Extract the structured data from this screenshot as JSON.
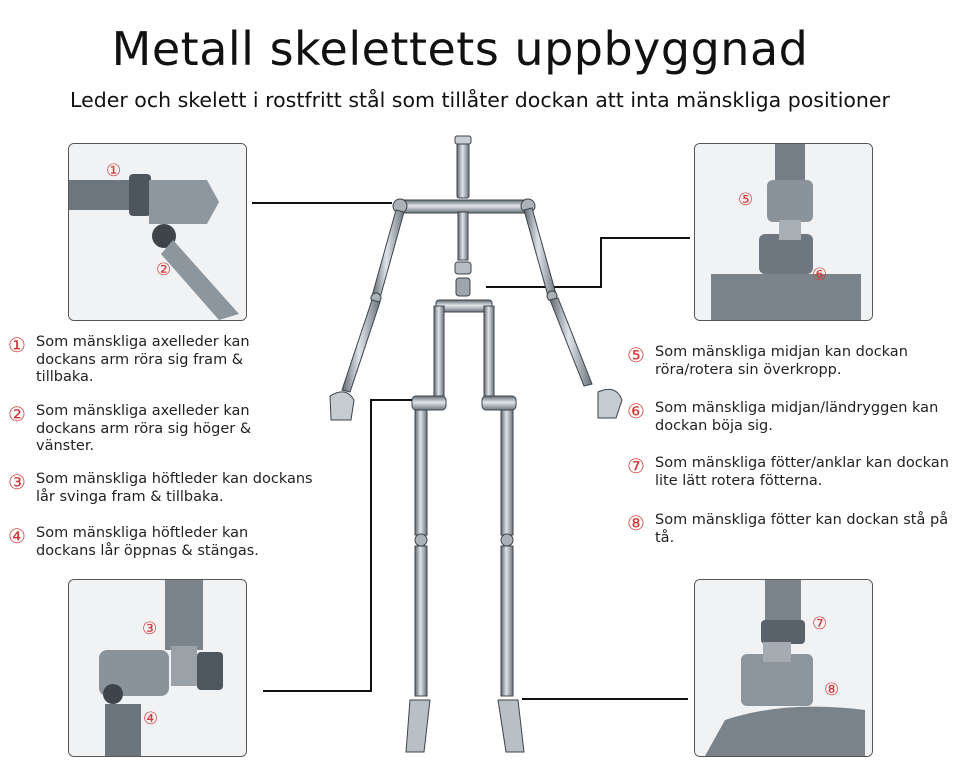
{
  "title": "Metall skelettets uppbyggnad",
  "subtitle": "Leder och skelett i rostfritt stål som tillåter dockan att inta mänskliga positioner",
  "accent_color": "#d23a3a",
  "notes": [
    {
      "num": "①",
      "text": "Som mänskliga axelleder kan dockans arm röra sig fram & tillbaka."
    },
    {
      "num": "②",
      "text": "Som mänskliga axelleder kan dockans arm röra sig höger & vänster."
    },
    {
      "num": "③",
      "text": "Som mänskliga höftleder kan dockans lår svinga fram & tillbaka."
    },
    {
      "num": "④",
      "text": "Som mänskliga höftleder kan dockans lår öppnas & stängas."
    },
    {
      "num": "⑤",
      "text": "Som mänskliga midjan kan dockan röra/rotera sin överkropp."
    },
    {
      "num": "⑥",
      "text": "Som mänskliga midjan/ländryggen kan dockan böja sig."
    },
    {
      "num": "⑦",
      "text": "Som mänskliga fötter/anklar kan dockan lite lätt rotera fötterna."
    },
    {
      "num": "⑧",
      "text": "Som mänskliga fötter kan dockan stå på tå."
    }
  ],
  "photo_badges": {
    "shoulder": [
      "①",
      "②"
    ],
    "waist": [
      "⑤",
      "⑥"
    ],
    "hip": [
      "③",
      "④"
    ],
    "foot": [
      "⑦",
      "⑧"
    ]
  }
}
